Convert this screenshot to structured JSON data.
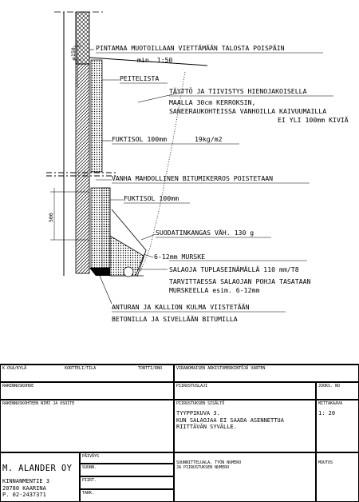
{
  "drawing": {
    "labels": {
      "surface": "PINTAMAA MUOTOILLAAN VIETTÄMÄÄN TALOSTA POISPÄIN",
      "slope": "min. 1:50",
      "dim_top": "≥150",
      "cover_strip": "PEITELISTA",
      "fill_1": "TÄYTTÖ JA TIIVISTYS HIENOJAKOISELLA",
      "fill_2": "MAALLA 30cm KERROKSIN,",
      "fill_3": "SANEERAUKOHTEISSA VANHOILLA KAIVUUMAILLA",
      "fill_4": "EI YLI 100mm KIVIÄ",
      "fukt_top": "FUKTISOL 100mm",
      "fukt_top_weight": "19kg/m2",
      "old_bitumen": "VANHA MAHDOLLINEN BITUMIKERROS POISTETAAN",
      "fukt_bottom": "FUKTISOL 100mm",
      "dim_500": "500",
      "filter_fabric": "SUODATINKANGAS VÄH. 130 g",
      "gravel": "6-12mm MURSKE",
      "drain_pipe": "SALAOJA TUPLASEINÄMÄLLÄ 110 mm/T8",
      "drain_1": "TARVITTAESSA SALAOJAN POHJA TASATAAN",
      "drain_2": "MURSKEELLA esim. 6-12mm",
      "footing_1": "ANTURAN JA KALLION KULMA VIISTETÄÄN",
      "footing_2": "BETONILLA JA SIVELLÄÄN BITUMILLA"
    }
  },
  "title_block": {
    "kosa_kyla": "K.OSA/KYLÄ",
    "kortteli_tila": "KORTTELI/TILA",
    "tontti_rno": "TONTTI/RNO",
    "virano": "VIRANOMAISEN ARKISTOMERKINTÖJÄ VARTEN",
    "rakennuskohde": "RAKENNUSKOHDE",
    "piirustuslaji": "PIIRUSTUSLAJI",
    "juoks_no": "JUOKS. NO",
    "rk_nimi": "RAKENNUSKOHTEEN NIMI JA OSOITE",
    "piir_sisalto": "PIIRUSTUKSEN SISÄLTÖ",
    "mittakaava": "MITTAKAAVA",
    "content_1": "TYYPPIKUVA 3.",
    "content_2": "KUN SALAOJAA EI SAADA ASENNETTUA",
    "content_3": "RIITTÄVÄN SYVÄLLE.",
    "scale": "1: 20",
    "company": "M. ALANDER OY",
    "addr_1": "KINNANMENTIE 3",
    "addr_2": "20780 KAARINA",
    "addr_3": "P. 02-2437371",
    "paivays": "PÄIVÄYS",
    "suunn": "SUUNN.",
    "piirt": "PIIRT.",
    "tark": "TARK.",
    "suunnitt": "SUUNNITTELUALA, TYÖN NUMERO",
    "suunnitt_2": "JA PIIRUSTUKSEN NUMERO",
    "muutos": "MUUTOS"
  }
}
